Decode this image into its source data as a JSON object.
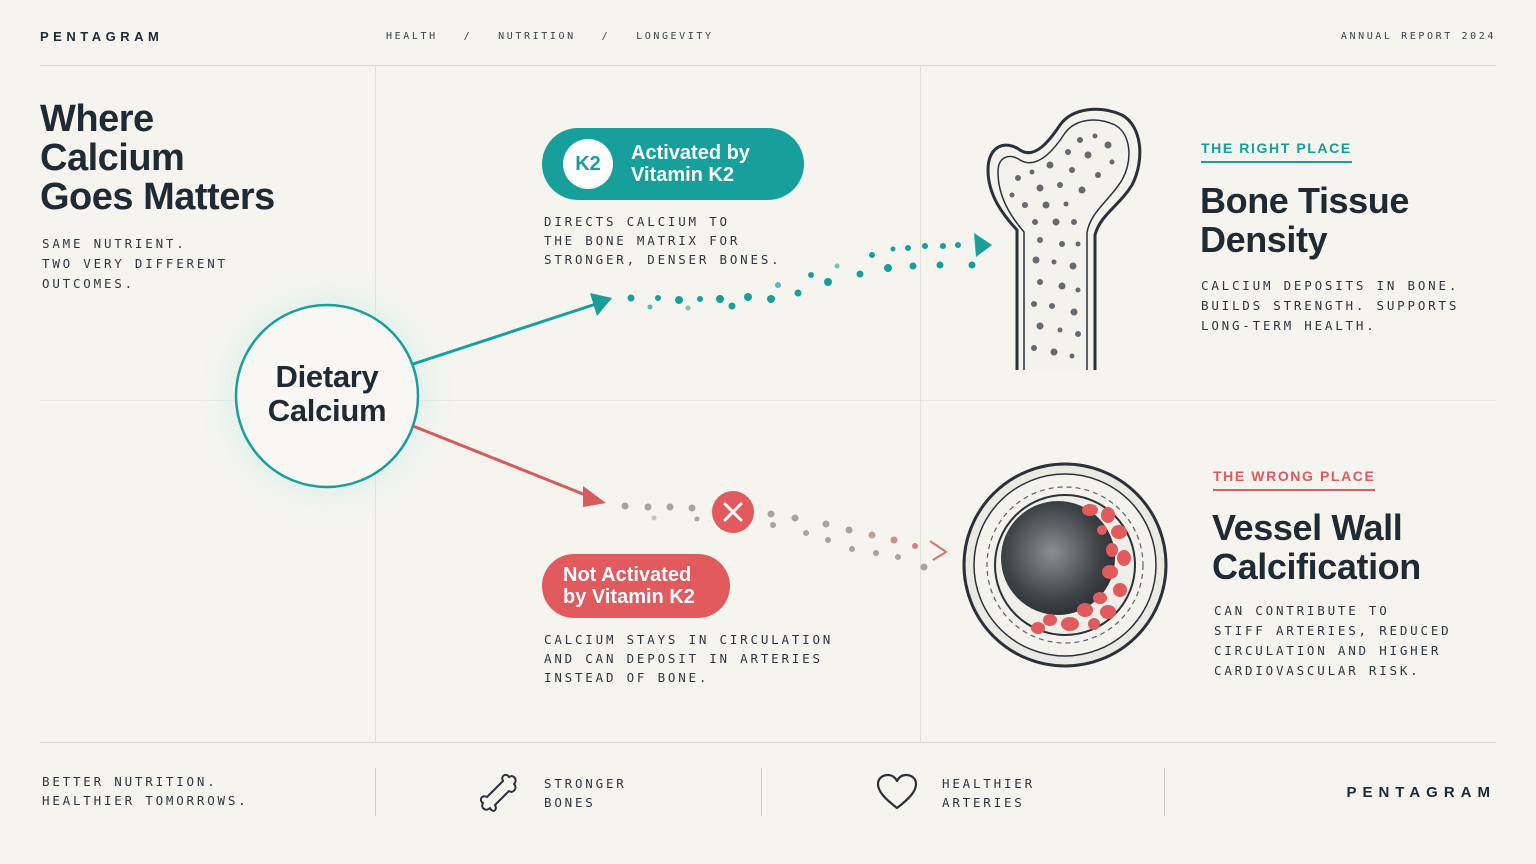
{
  "header": {
    "brand": "PENTAGRAM",
    "breadcrumb": [
      "HEALTH",
      "NUTRITION",
      "LONGEVITY"
    ],
    "separator": "/",
    "report": "ANNUAL REPORT 2024"
  },
  "intro": {
    "title_lines": [
      "Where",
      "Calcium",
      "Goes Matters"
    ],
    "subtitle_lines": [
      "SAME NUTRIENT.",
      "TWO VERY DIFFERENT",
      "OUTCOMES."
    ]
  },
  "source": {
    "label_lines": [
      "Dietary",
      "Calcium"
    ]
  },
  "activated": {
    "badge": "K2",
    "label_lines": [
      "Activated by",
      "Vitamin K2"
    ],
    "desc_lines": [
      "DIRECTS CALCIUM TO",
      "THE BONE MATRIX FOR",
      "STRONGER, DENSER BONES."
    ]
  },
  "not_activated": {
    "label_lines": [
      "Not Activated",
      "by Vitamin K2"
    ],
    "desc_lines": [
      "CALCIUM STAYS IN CIRCULATION",
      "AND CAN DEPOSIT IN ARTERIES",
      "INSTEAD OF BONE."
    ]
  },
  "right_place": {
    "eyebrow": "THE RIGHT PLACE",
    "title_lines": [
      "Bone Tissue",
      "Density"
    ],
    "desc_lines": [
      "CALCIUM DEPOSITS IN BONE.",
      "BUILDS STRENGTH. SUPPORTS",
      "LONG-TERM HEALTH."
    ]
  },
  "wrong_place": {
    "eyebrow": "THE WRONG PLACE",
    "title_lines": [
      "Vessel Wall",
      "Calcification"
    ],
    "desc_lines": [
      "CAN CONTRIBUTE TO",
      "STIFF ARTERIES, REDUCED",
      "CIRCULATION AND HIGHER",
      "CARDIOVASCULAR RISK."
    ]
  },
  "footer": {
    "tagline_lines": [
      "BETTER NUTRITION.",
      "HEALTHIER TOMORROWS."
    ],
    "bones_lines": [
      "STRONGER",
      "BONES"
    ],
    "arteries_lines": [
      "HEALTHIER",
      "ARTERIES"
    ],
    "brand": "PENTAGRAM"
  },
  "colors": {
    "teal": "#17a09b",
    "coral": "#e05a5e",
    "ink": "#1f2a33",
    "background": "#f6f4ef"
  },
  "icons": [
    "bone-icon",
    "heart-icon",
    "close-icon",
    "arrow-icon"
  ]
}
